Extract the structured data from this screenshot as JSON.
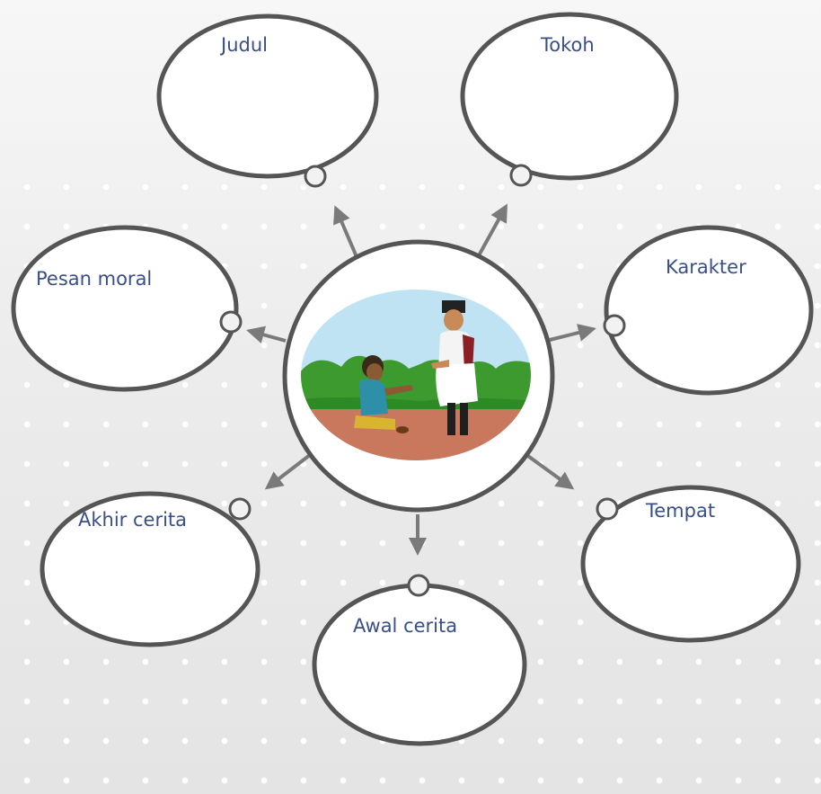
{
  "bubbles": {
    "judul": "Judul",
    "tokoh": "Tokoh",
    "karakter": "Karakter",
    "tempat": "Tempat",
    "awal_cerita": "Awal cerita",
    "akhir_cerita": "Akhir cerita",
    "pesan_moral": "Pesan moral"
  },
  "colors": {
    "label_text": "#3a4f86",
    "bubble_stroke": "#555555",
    "arrow": "#7a7a7a",
    "sky": "#bfe3f2",
    "bushes": "#3d9a2e",
    "ground": "#c9785e"
  }
}
